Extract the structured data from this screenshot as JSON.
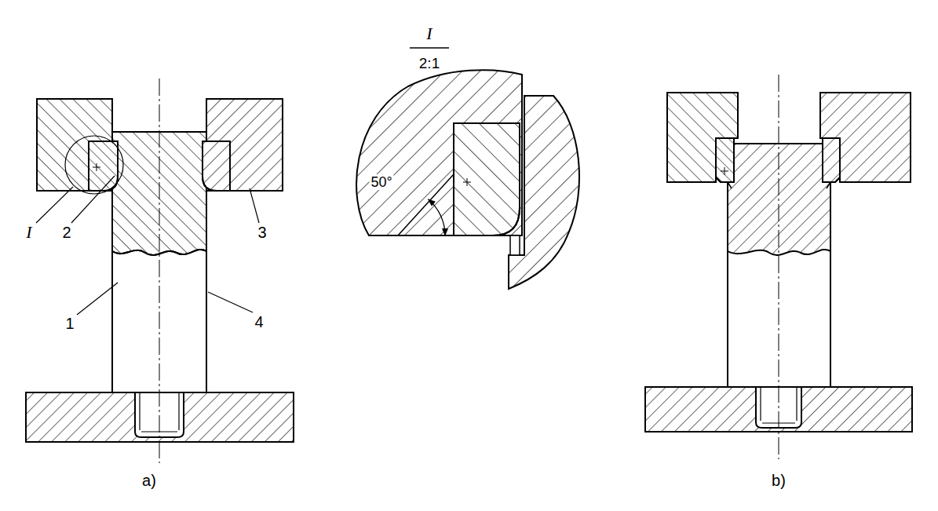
{
  "diagram": {
    "labels": [
      "I",
      "2",
      "3",
      "1",
      "4",
      "I",
      "2:1",
      "50°",
      "a)",
      "b)"
    ]
  }
}
